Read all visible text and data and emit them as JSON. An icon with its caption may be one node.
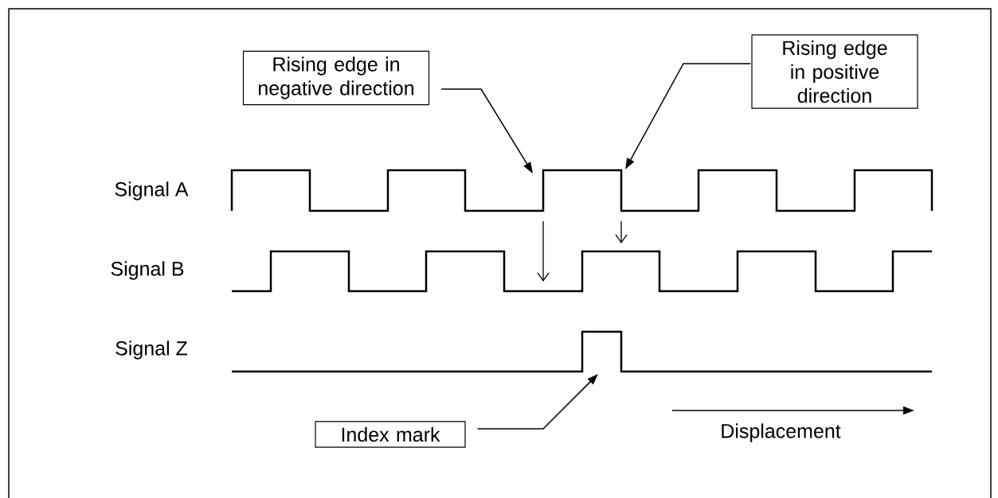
{
  "diagram": {
    "nodes": [
      {
        "text": [
          "Rising edge in negative direction"
        ]
      },
      {
        "text": [
          "Rising edge in positive direction"
        ]
      },
      {
        "text": [
          "Index mark"
        ]
      }
    ],
    "edges": [
      {
        "from": 0,
        "to": null,
        "arrow": "to"
      },
      {
        "from": 1,
        "to": null,
        "arrow": "to"
      },
      {
        "from": 2,
        "to": null,
        "arrow": "to"
      }
    ],
    "labels": [
      "Signal A",
      "Signal B",
      "Signal Z",
      "Displacement"
    ]
  }
}
